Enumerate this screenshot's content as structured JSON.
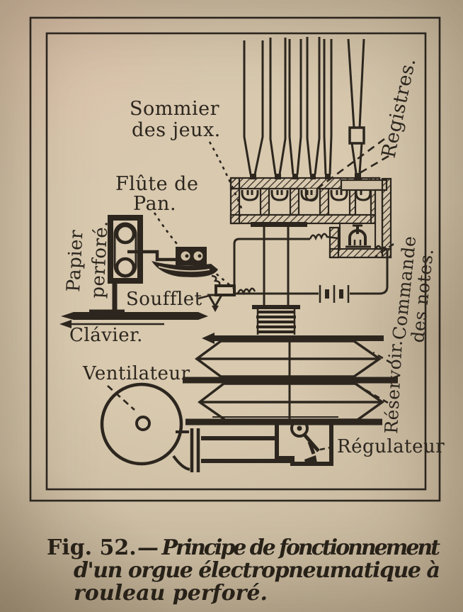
{
  "palette": {
    "paper": "#cfc0a6",
    "paper_light": "#dccdb4",
    "paper_edge": "#9c8d75",
    "ink": "#2c261e"
  },
  "diagram": {
    "labels": {
      "sommier_l1": "Sommier",
      "sommier_l2": "des jeux.",
      "registres": "Registres.",
      "flute_l1": "Flûte de",
      "flute_l2": "Pan.",
      "papier_l1": "Papier",
      "papier_l2": "perforé.",
      "soufflet": "Soufflet",
      "clavier": "Clávier.",
      "ventilateur": "Ventilateur.",
      "commande_l1": "Commande",
      "commande_l2": "des notes.",
      "reservoir": "Réservoir.",
      "regulateur": "Régulateur"
    }
  },
  "caption": {
    "prefix": "Fig. 52.",
    "line1": "— Principe de fonctionnement",
    "line2": "d'un orgue électropneumatique à",
    "line3": "rouleau perforé."
  }
}
